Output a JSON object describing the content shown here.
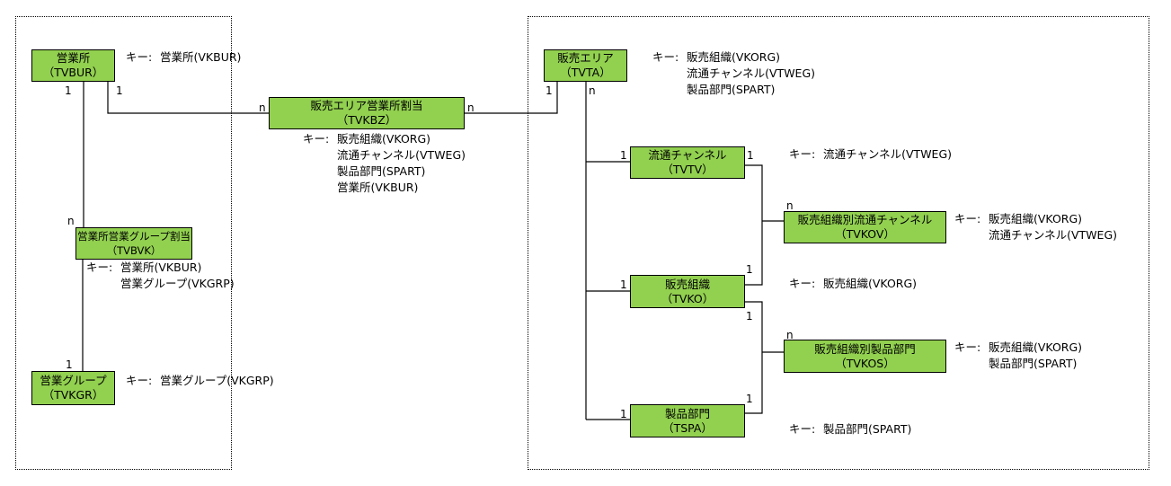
{
  "diagram": {
    "colors": {
      "entity_fill": "#92d050",
      "border": "#000000",
      "background": "#ffffff"
    },
    "key_label": "キー:",
    "entities": {
      "tvbur": {
        "name": "営業所",
        "table": "（TVBUR）"
      },
      "tvkbz": {
        "name": "販売エリア営業所割当",
        "table": "（TVKBZ）"
      },
      "tvbvk": {
        "name": "営業所営業グループ割当",
        "table": "（TVBVK）"
      },
      "tvkgr": {
        "name": "営業グループ",
        "table": "（TVKGR）"
      },
      "tvta": {
        "name": "販売エリア",
        "table": "（TVTA）"
      },
      "tvtv": {
        "name": "流通チャンネル",
        "table": "（TVTV）"
      },
      "tvkov": {
        "name": "販売組織別流通チャンネル",
        "table": "（TVKOV）"
      },
      "tvko": {
        "name": "販売組織",
        "table": "（TVKO）"
      },
      "tvkos": {
        "name": "販売組織別製品部門",
        "table": "（TVKOS）"
      },
      "tspa": {
        "name": "製品部門",
        "table": "（TSPA）"
      }
    },
    "keys": {
      "tvbur": [
        "営業所(VKBUR)"
      ],
      "tvkbz": [
        "販売組織(VKORG)",
        "流通チャンネル(VTWEG)",
        "製品部門(SPART)",
        "営業所(VKBUR)"
      ],
      "tvbvk": [
        "営業所(VKBUR)",
        "営業グループ(VKGRP)"
      ],
      "tvkgr": [
        "営業グループ(VKGRP)"
      ],
      "tvta": [
        "販売組織(VKORG)",
        "流通チャンネル(VTWEG)",
        "製品部門(SPART)"
      ],
      "tvtv": [
        "流通チャンネル(VTWEG)"
      ],
      "tvkov": [
        "販売組織(VKORG)",
        "流通チャンネル(VTWEG)"
      ],
      "tvko": [
        "販売組織(VKORG)"
      ],
      "tvkos": [
        "販売組織(VKORG)",
        "製品部門(SPART)"
      ],
      "tspa": [
        "製品部門(SPART)"
      ]
    },
    "cardinalities": {
      "tvbur_left": "1",
      "tvbur_right": "1",
      "tvkbz_left": "n",
      "tvkbz_right": "n",
      "tvbvk_top": "n",
      "tvkgr_top": "1",
      "tvta_left": "1",
      "tvta_right": "n",
      "tvtv_left": "1",
      "tvtv_right": "1",
      "tvkov_top": "n",
      "tvko_left": "1",
      "tvko_top_right": "1",
      "tvko_bottom_right": "1",
      "tvkos_top": "n",
      "tspa_left": "1",
      "tspa_right": "1"
    }
  }
}
